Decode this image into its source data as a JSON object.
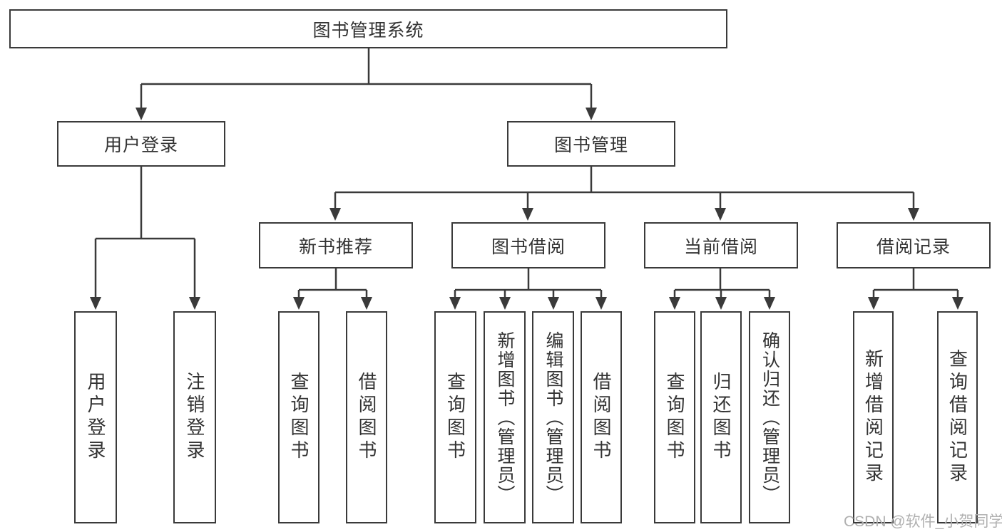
{
  "tree": {
    "label": "图书管理系统",
    "children": [
      {
        "label": "用户登录",
        "children": [
          {
            "label": "用户登录"
          },
          {
            "label": "注销登录"
          }
        ]
      },
      {
        "label": "图书管理",
        "children": [
          {
            "label": "新书推荐",
            "children": [
              {
                "label": "查询图书"
              },
              {
                "label": "借阅图书"
              }
            ]
          },
          {
            "label": "图书借阅",
            "children": [
              {
                "label": "查询图书"
              },
              {
                "label": "新增图书（管理员）"
              },
              {
                "label": "编辑图书（管理员）"
              },
              {
                "label": "借阅图书"
              }
            ]
          },
          {
            "label": "当前借阅",
            "children": [
              {
                "label": "查询图书"
              },
              {
                "label": "归还图书"
              },
              {
                "label": "确认归还（管理员）"
              }
            ]
          },
          {
            "label": "借阅记录",
            "children": [
              {
                "label": "新增借阅记录"
              },
              {
                "label": "查询借阅记录"
              }
            ]
          }
        ]
      }
    ]
  },
  "watermark": {
    "text": "CSDN @软件_小贺同学"
  },
  "colors": {
    "line": "#3a3a3a",
    "text": "#333333",
    "background": "#ffffff",
    "watermark": "#b0b0b0"
  }
}
